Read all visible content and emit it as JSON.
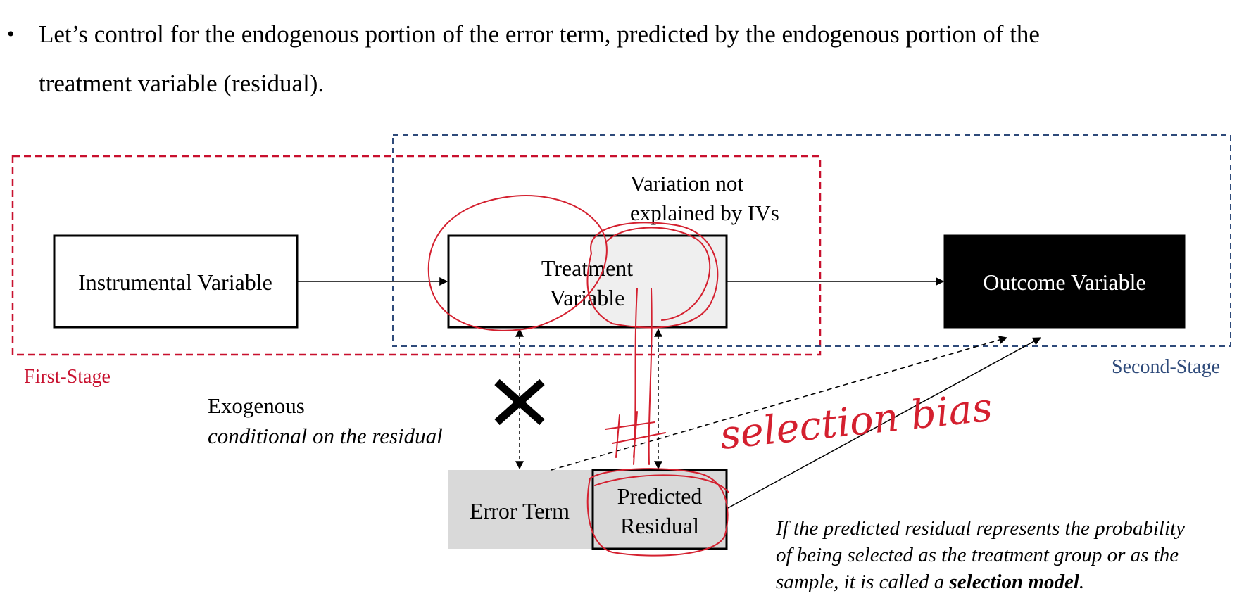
{
  "bullet": {
    "line1": "Let’s control for the endogenous portion of the error term, predicted by the endogenous portion of the",
    "line2": "treatment variable (residual)."
  },
  "diagram": {
    "instrumental": "Instrumental Variable",
    "treatment_line1": "Treatment",
    "treatment_line2": "Variable",
    "outcome": "Outcome Variable",
    "variation_line1": "Variation not",
    "variation_line2": "explained by IVs",
    "first_stage": "First-Stage",
    "second_stage": "Second-Stage",
    "exogenous": "Exogenous",
    "conditional": "conditional on the residual",
    "error_term": "Error Term",
    "predicted_line1": "Predicted",
    "predicted_line2": "Residual",
    "handwritten": "selection bias",
    "note_line1": "If the predicted residual represents the probability",
    "note_line2": "of being selected as the treatment group or as the",
    "note_line3_prefix": "sample, it is called a ",
    "note_line3_bold": "selection model",
    "note_line3_suffix": "."
  },
  "colors": {
    "first_stage": "#c8102e",
    "second_stage": "#2e4a7a",
    "ink": "#d4202f",
    "gray_fill": "#d9d9d9"
  }
}
